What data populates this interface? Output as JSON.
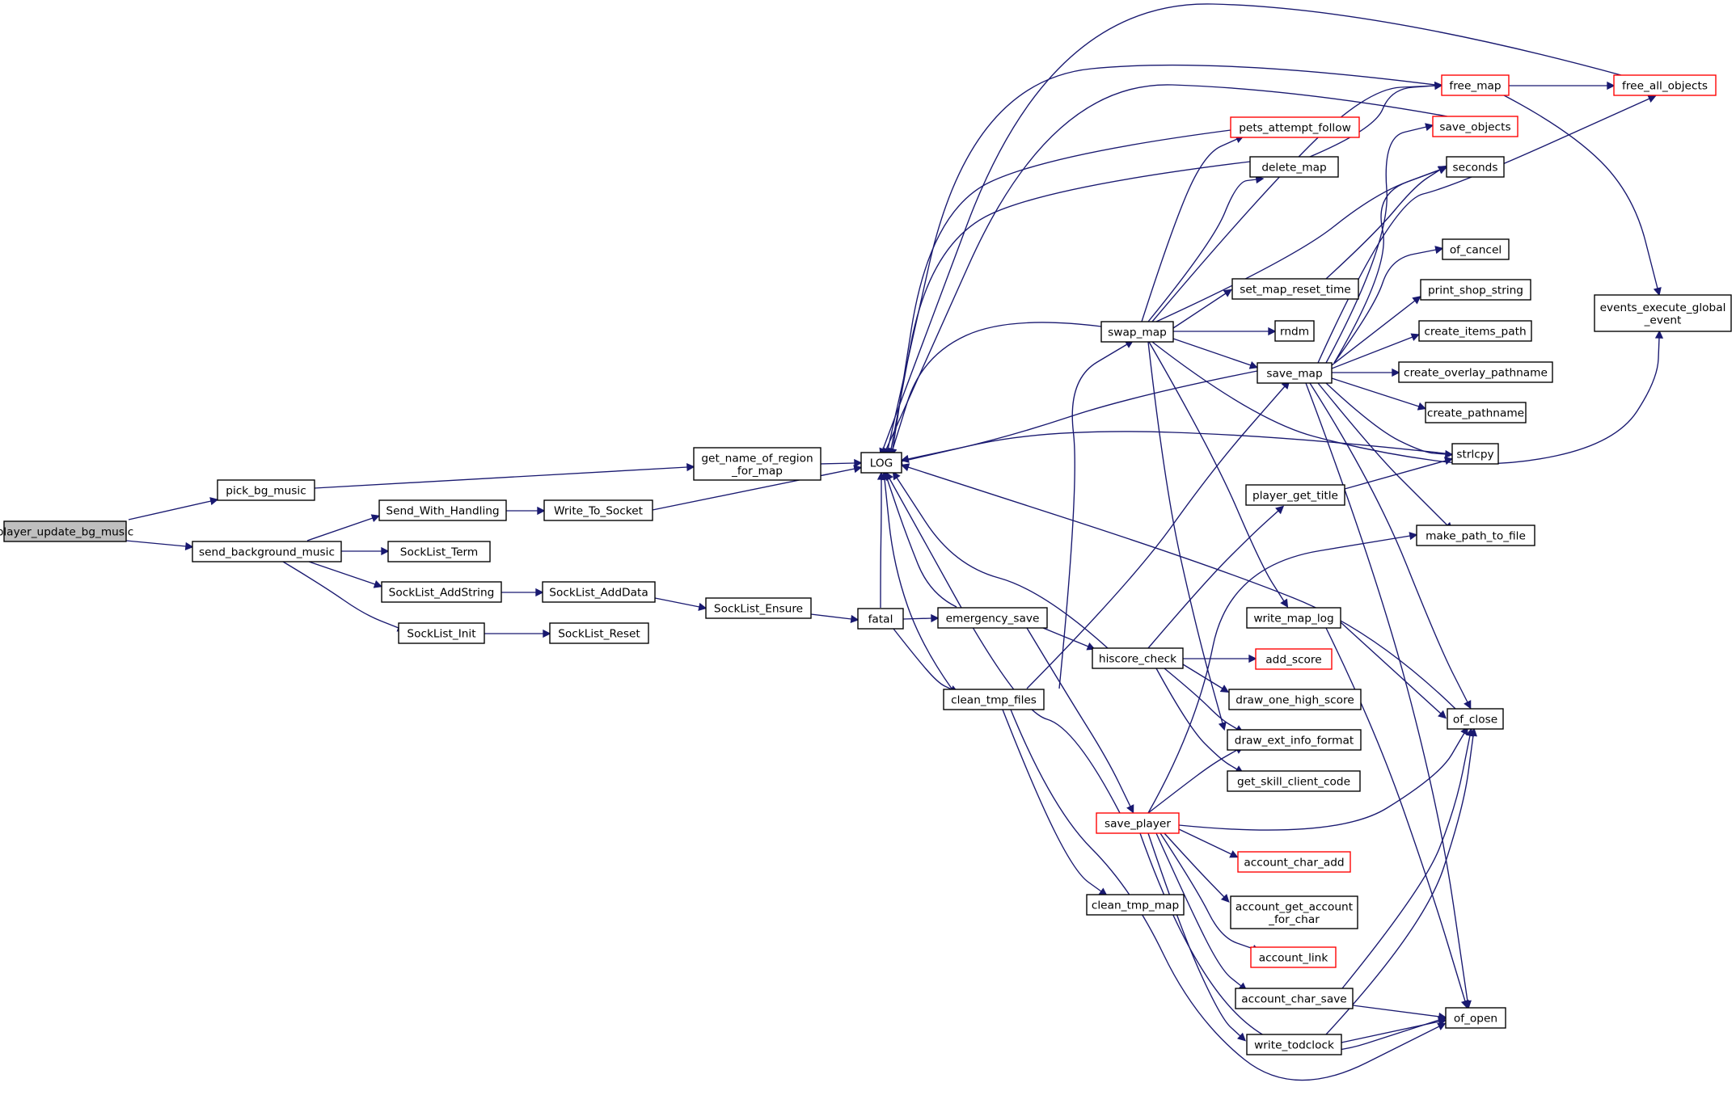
{
  "colors": {
    "edge": "#191970",
    "node_border_default": "#000000",
    "node_border_truncated": "#ff0000",
    "node_fill_root": "#bfbfbf",
    "node_fill": "#ffffff"
  },
  "nodes": [
    {
      "id": "player_update_bg_music",
      "lines": [
        "player_update_bg_music"
      ],
      "style": "root"
    },
    {
      "id": "pick_bg_music",
      "lines": [
        "pick_bg_music"
      ],
      "style": "normal"
    },
    {
      "id": "send_background_music",
      "lines": [
        "send_background_music"
      ],
      "style": "normal"
    },
    {
      "id": "get_name_of_region_for_map",
      "lines": [
        "get_name_of_region",
        "_for_map"
      ],
      "style": "normal"
    },
    {
      "id": "LOG",
      "lines": [
        "LOG"
      ],
      "style": "normal"
    },
    {
      "id": "Send_With_Handling",
      "lines": [
        "Send_With_Handling"
      ],
      "style": "normal"
    },
    {
      "id": "Write_To_Socket",
      "lines": [
        "Write_To_Socket"
      ],
      "style": "normal"
    },
    {
      "id": "SockList_Term",
      "lines": [
        "SockList_Term"
      ],
      "style": "normal"
    },
    {
      "id": "SockList_AddString",
      "lines": [
        "SockList_AddString"
      ],
      "style": "normal"
    },
    {
      "id": "SockList_AddData",
      "lines": [
        "SockList_AddData"
      ],
      "style": "normal"
    },
    {
      "id": "SockList_Ensure",
      "lines": [
        "SockList_Ensure"
      ],
      "style": "normal"
    },
    {
      "id": "fatal",
      "lines": [
        "fatal"
      ],
      "style": "normal"
    },
    {
      "id": "SockList_Init",
      "lines": [
        "SockList_Init"
      ],
      "style": "normal"
    },
    {
      "id": "SockList_Reset",
      "lines": [
        "SockList_Reset"
      ],
      "style": "normal"
    },
    {
      "id": "emergency_save",
      "lines": [
        "emergency_save"
      ],
      "style": "normal"
    },
    {
      "id": "clean_tmp_files",
      "lines": [
        "clean_tmp_files"
      ],
      "style": "normal"
    },
    {
      "id": "clean_tmp_map",
      "lines": [
        "clean_tmp_map"
      ],
      "style": "normal"
    },
    {
      "id": "swap_map",
      "lines": [
        "swap_map"
      ],
      "style": "normal"
    },
    {
      "id": "hiscore_check",
      "lines": [
        "hiscore_check"
      ],
      "style": "normal"
    },
    {
      "id": "save_player",
      "lines": [
        "save_player"
      ],
      "style": "truncated"
    },
    {
      "id": "pets_attempt_follow",
      "lines": [
        "pets_attempt_follow"
      ],
      "style": "truncated"
    },
    {
      "id": "delete_map",
      "lines": [
        "delete_map"
      ],
      "style": "normal"
    },
    {
      "id": "set_map_reset_time",
      "lines": [
        "set_map_reset_time"
      ],
      "style": "normal"
    },
    {
      "id": "rndm",
      "lines": [
        "rndm"
      ],
      "style": "normal"
    },
    {
      "id": "save_map",
      "lines": [
        "save_map"
      ],
      "style": "normal"
    },
    {
      "id": "player_get_title",
      "lines": [
        "player_get_title"
      ],
      "style": "normal"
    },
    {
      "id": "write_map_log",
      "lines": [
        "write_map_log"
      ],
      "style": "normal"
    },
    {
      "id": "add_score",
      "lines": [
        "add_score"
      ],
      "style": "truncated"
    },
    {
      "id": "draw_one_high_score",
      "lines": [
        "draw_one_high_score"
      ],
      "style": "normal"
    },
    {
      "id": "draw_ext_info_format",
      "lines": [
        "draw_ext_info_format"
      ],
      "style": "normal"
    },
    {
      "id": "get_skill_client_code",
      "lines": [
        "get_skill_client_code"
      ],
      "style": "normal"
    },
    {
      "id": "account_char_add",
      "lines": [
        "account_char_add"
      ],
      "style": "truncated"
    },
    {
      "id": "account_get_account_for_char",
      "lines": [
        "account_get_account",
        "_for_char"
      ],
      "style": "normal"
    },
    {
      "id": "account_link",
      "lines": [
        "account_link"
      ],
      "style": "truncated"
    },
    {
      "id": "account_char_save",
      "lines": [
        "account_char_save"
      ],
      "style": "normal"
    },
    {
      "id": "write_todclock",
      "lines": [
        "write_todclock"
      ],
      "style": "normal"
    },
    {
      "id": "free_map",
      "lines": [
        "free_map"
      ],
      "style": "truncated"
    },
    {
      "id": "save_objects",
      "lines": [
        "save_objects"
      ],
      "style": "truncated"
    },
    {
      "id": "seconds",
      "lines": [
        "seconds"
      ],
      "style": "normal"
    },
    {
      "id": "of_cancel",
      "lines": [
        "of_cancel"
      ],
      "style": "normal"
    },
    {
      "id": "print_shop_string",
      "lines": [
        "print_shop_string"
      ],
      "style": "normal"
    },
    {
      "id": "create_items_path",
      "lines": [
        "create_items_path"
      ],
      "style": "normal"
    },
    {
      "id": "create_overlay_pathname",
      "lines": [
        "create_overlay_pathname"
      ],
      "style": "normal"
    },
    {
      "id": "create_pathname",
      "lines": [
        "create_pathname"
      ],
      "style": "normal"
    },
    {
      "id": "strlcpy",
      "lines": [
        "strlcpy"
      ],
      "style": "normal"
    },
    {
      "id": "make_path_to_file",
      "lines": [
        "make_path_to_file"
      ],
      "style": "normal"
    },
    {
      "id": "of_close",
      "lines": [
        "of_close"
      ],
      "style": "normal"
    },
    {
      "id": "of_open",
      "lines": [
        "of_open"
      ],
      "style": "normal"
    },
    {
      "id": "free_all_objects",
      "lines": [
        "free_all_objects"
      ],
      "style": "truncated"
    },
    {
      "id": "events_execute_global_event",
      "lines": [
        "events_execute_global",
        "_event"
      ],
      "style": "normal"
    }
  ],
  "edges": [
    [
      "player_update_bg_music",
      "pick_bg_music"
    ],
    [
      "player_update_bg_music",
      "send_background_music"
    ],
    [
      "pick_bg_music",
      "get_name_of_region_for_map"
    ],
    [
      "get_name_of_region_for_map",
      "LOG"
    ],
    [
      "send_background_music",
      "Send_With_Handling"
    ],
    [
      "send_background_music",
      "SockList_Term"
    ],
    [
      "send_background_music",
      "SockList_AddString"
    ],
    [
      "send_background_music",
      "SockList_Init"
    ],
    [
      "Send_With_Handling",
      "Write_To_Socket"
    ],
    [
      "Write_To_Socket",
      "LOG"
    ],
    [
      "SockList_AddString",
      "SockList_AddData"
    ],
    [
      "SockList_AddData",
      "SockList_Ensure"
    ],
    [
      "SockList_Ensure",
      "fatal"
    ],
    [
      "SockList_Init",
      "SockList_Reset"
    ],
    [
      "fatal",
      "LOG"
    ],
    [
      "fatal",
      "emergency_save"
    ],
    [
      "fatal",
      "clean_tmp_files"
    ],
    [
      "emergency_save",
      "LOG"
    ],
    [
      "emergency_save",
      "hiscore_check"
    ],
    [
      "emergency_save",
      "save_player"
    ],
    [
      "clean_tmp_files",
      "LOG"
    ],
    [
      "clean_tmp_files",
      "swap_map"
    ],
    [
      "clean_tmp_files",
      "save_map"
    ],
    [
      "clean_tmp_files",
      "clean_tmp_map"
    ],
    [
      "clean_tmp_files",
      "of_open"
    ],
    [
      "swap_map",
      "LOG"
    ],
    [
      "swap_map",
      "pets_attempt_follow"
    ],
    [
      "swap_map",
      "delete_map"
    ],
    [
      "swap_map",
      "free_map"
    ],
    [
      "swap_map",
      "seconds"
    ],
    [
      "swap_map",
      "set_map_reset_time"
    ],
    [
      "swap_map",
      "rndm"
    ],
    [
      "swap_map",
      "save_map"
    ],
    [
      "swap_map",
      "events_execute_global_event"
    ],
    [
      "swap_map",
      "write_map_log"
    ],
    [
      "swap_map",
      "draw_ext_info_format"
    ],
    [
      "hiscore_check",
      "LOG"
    ],
    [
      "hiscore_check",
      "player_get_title"
    ],
    [
      "hiscore_check",
      "add_score"
    ],
    [
      "hiscore_check",
      "draw_one_high_score"
    ],
    [
      "hiscore_check",
      "draw_ext_info_format"
    ],
    [
      "hiscore_check",
      "get_skill_client_code"
    ],
    [
      "save_player",
      "LOG"
    ],
    [
      "save_player",
      "make_path_to_file"
    ],
    [
      "save_player",
      "draw_ext_info_format"
    ],
    [
      "save_player",
      "of_close"
    ],
    [
      "save_player",
      "account_char_add"
    ],
    [
      "save_player",
      "account_get_account_for_char"
    ],
    [
      "save_player",
      "account_link"
    ],
    [
      "save_player",
      "account_char_save"
    ],
    [
      "save_player",
      "write_todclock"
    ],
    [
      "save_player",
      "of_open"
    ],
    [
      "pets_attempt_follow",
      "LOG"
    ],
    [
      "delete_map",
      "LOG"
    ],
    [
      "delete_map",
      "free_map"
    ],
    [
      "set_map_reset_time",
      "seconds"
    ],
    [
      "save_map",
      "LOG"
    ],
    [
      "save_map",
      "save_objects"
    ],
    [
      "save_map",
      "seconds"
    ],
    [
      "save_map",
      "of_cancel"
    ],
    [
      "save_map",
      "print_shop_string"
    ],
    [
      "save_map",
      "create_items_path"
    ],
    [
      "save_map",
      "create_overlay_pathname"
    ],
    [
      "save_map",
      "create_pathname"
    ],
    [
      "save_map",
      "strlcpy"
    ],
    [
      "save_map",
      "make_path_to_file"
    ],
    [
      "save_map",
      "of_close"
    ],
    [
      "save_map",
      "of_open"
    ],
    [
      "save_map",
      "free_all_objects"
    ],
    [
      "player_get_title",
      "strlcpy"
    ],
    [
      "write_map_log",
      "of_close"
    ],
    [
      "write_map_log",
      "of_open"
    ],
    [
      "account_char_save",
      "of_close"
    ],
    [
      "account_char_save",
      "of_open"
    ],
    [
      "write_todclock",
      "of_close"
    ],
    [
      "write_todclock",
      "of_open"
    ],
    [
      "free_map",
      "LOG"
    ],
    [
      "free_map",
      "free_all_objects"
    ],
    [
      "free_map",
      "events_execute_global_event"
    ],
    [
      "save_objects",
      "LOG"
    ],
    [
      "free_all_objects",
      "LOG"
    ],
    [
      "strlcpy",
      "LOG"
    ],
    [
      "of_close",
      "LOG"
    ]
  ]
}
